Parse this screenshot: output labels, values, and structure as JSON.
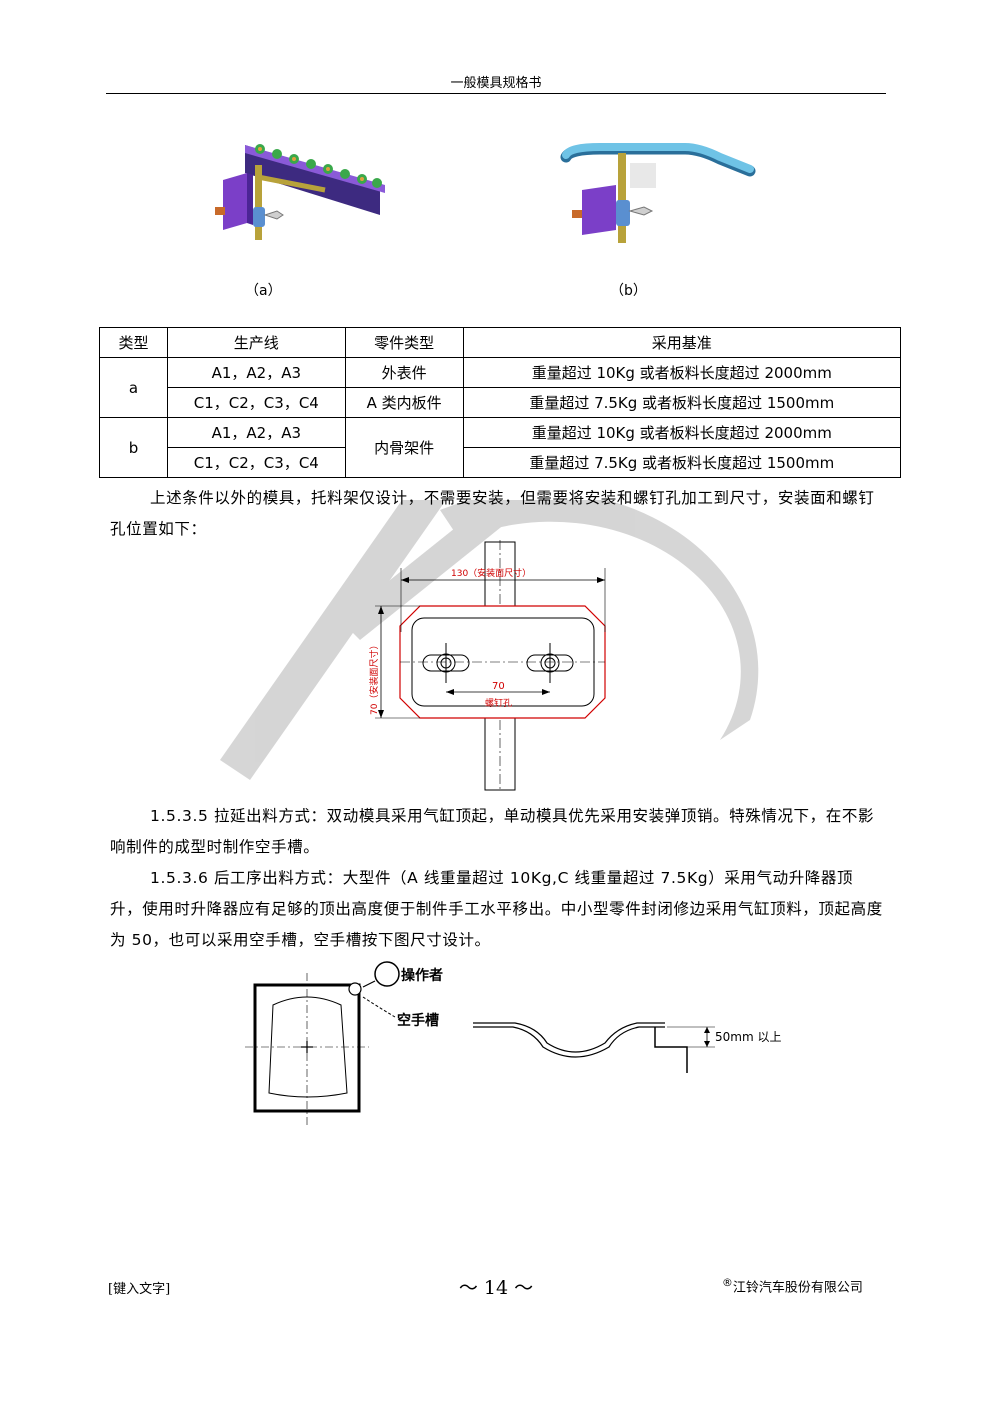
{
  "header": {
    "title": "一般模具规格书"
  },
  "figures": {
    "caption_a": "（a）",
    "caption_b": "（b）"
  },
  "table": {
    "headers": [
      "类型",
      "生产线",
      "零件类型",
      "采用基准"
    ],
    "group_a": {
      "type": "a",
      "part_type_1": "外表件",
      "part_type_2": "A 类内板件",
      "rows": [
        {
          "line": "A1，A2，A3",
          "basis": "重量超过 10Kg 或者板料长度超过 2000mm"
        },
        {
          "line": "C1，C2，C3，C4",
          "basis": "重量超过 7.5Kg 或者板料长度超过 1500mm"
        }
      ]
    },
    "group_b": {
      "type": "b",
      "part_type": "内骨架件",
      "rows": [
        {
          "line": "A1，A2，A3",
          "basis": "重量超过 10Kg 或者板料长度超过 2000mm"
        },
        {
          "line": "C1，C2，C3，C4",
          "basis": "重量超过 7.5Kg 或者板料长度超过 1500mm"
        }
      ]
    }
  },
  "paragraphs": {
    "p1": "上述条件以外的模具，托料架仅设计，不需要安装，但需要将安装和螺钉孔加工到尺寸，安装面和螺钉孔位置如下：",
    "p2": "1.5.3.5 拉延出料方式：双动模具采用气缸顶起，单动模具优先采用安装弹顶销。特殊情况下，在不影响制件的成型时制作空手槽。",
    "p3": "1.5.3.6 后工序出料方式：大型件（A 线重量超过 10Kg,C 线重量超过 7.5Kg）采用气动升降器顶升，使用时升降器应有足够的顶出高度便于制件手工水平移出。中小型零件封闭修边采用气缸顶料，顶起高度为 50，也可以采用空手槽，空手槽按下图尺寸设计。"
  },
  "mount_drawing": {
    "width_label": "130（安装面尺寸）",
    "height_label": "70（安装面尺寸）",
    "hole_spacing": "70",
    "hole_label": "螺钉孔"
  },
  "slot_drawing": {
    "operator_label": "操作者",
    "slot_label": "空手槽",
    "depth_label": "50mm 以上"
  },
  "footer": {
    "left": "[键入文字]",
    "page": "～ 14 ～",
    "right_mark": "®",
    "right": "江铃汽车股份有限公司"
  },
  "colors": {
    "fixture_purple": "#7b3fc8",
    "fixture_olive": "#b8a23a",
    "fixture_green": "#3aa84a",
    "fixture_blue": "#5a8fd0",
    "bar_cyan": "#6fc3e6",
    "dim_red": "#d00000"
  }
}
